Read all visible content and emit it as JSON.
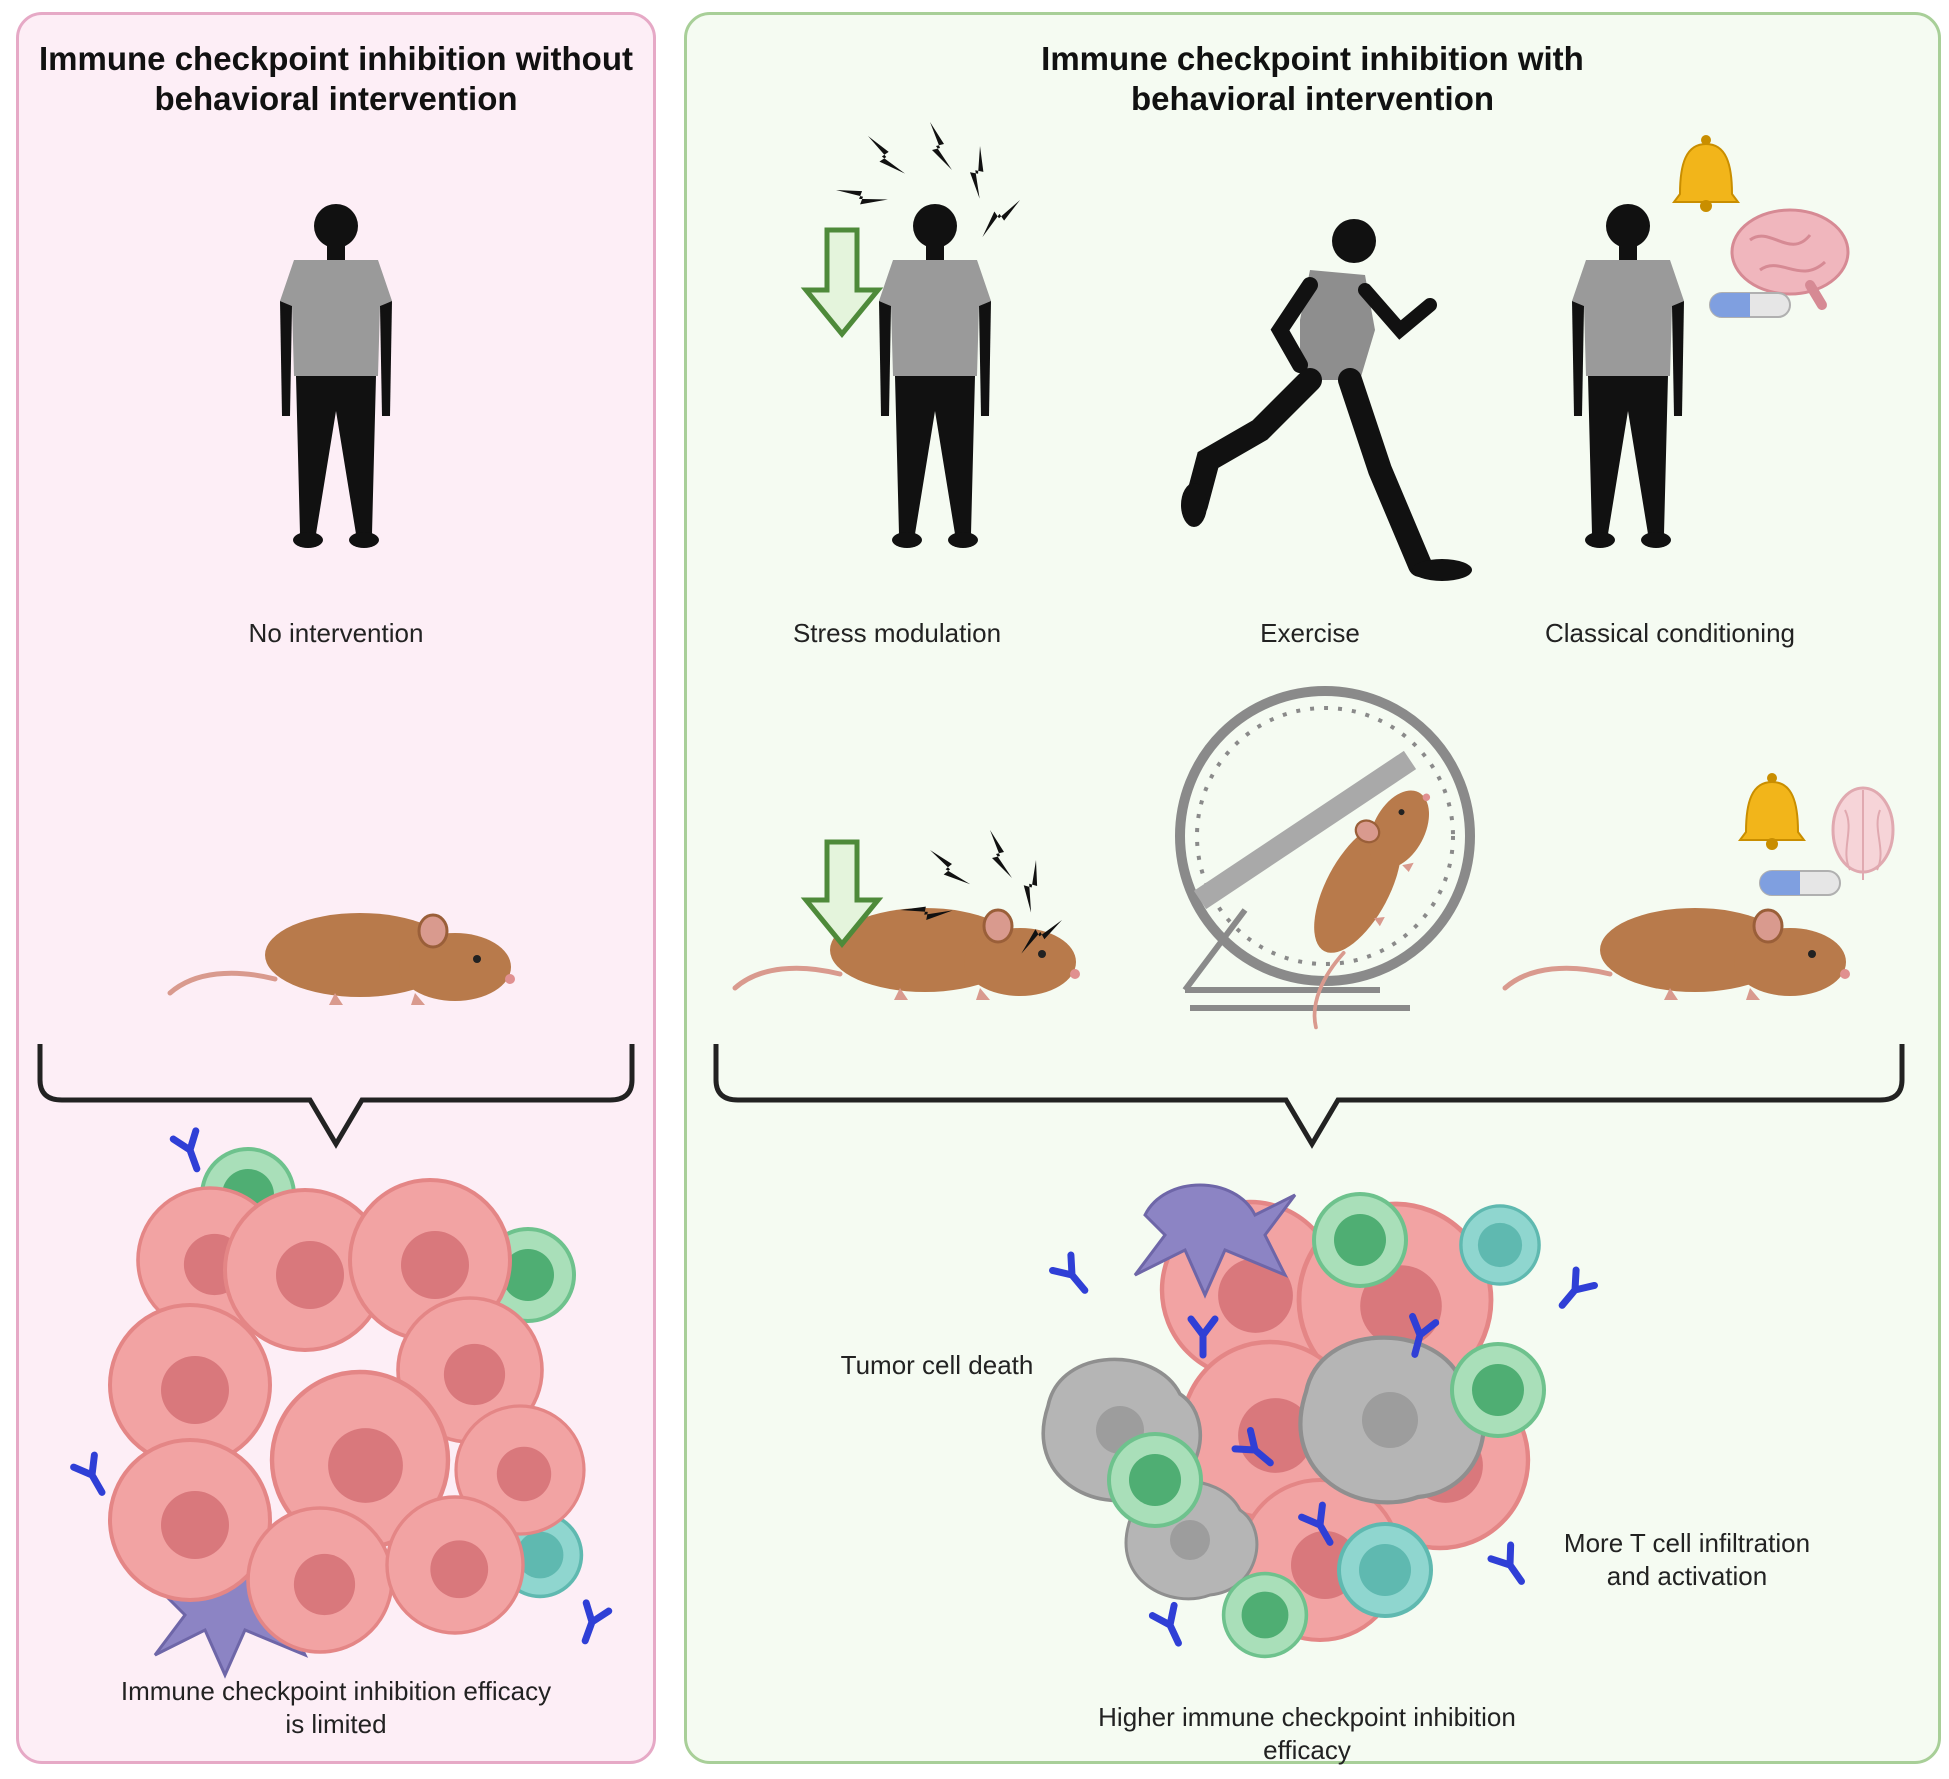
{
  "left_panel": {
    "title_line1": "Immune checkpoint inhibition without",
    "title_line2": "behavioral intervention",
    "no_intervention_label": "No intervention",
    "efficacy_line1": "Immune checkpoint inhibition efficacy",
    "efficacy_line2": "is limited"
  },
  "right_panel": {
    "title_line1": "Immune checkpoint inhibition with",
    "title_line2": "behavioral intervention",
    "stress_label": "Stress modulation",
    "exercise_label": "Exercise",
    "conditioning_label": "Classical conditioning",
    "tumor_death_label": "Tumor cell death",
    "tcell_line1": "More T cell infiltration",
    "tcell_line2": "and activation",
    "efficacy_line1": "Higher immune checkpoint inhibition",
    "efficacy_line2": "efficacy"
  },
  "colors": {
    "left_bg": "#fdeef6",
    "left_border": "#e6a9c6",
    "right_bg": "#f5fbf2",
    "right_border": "#a8cf98",
    "tumor_cell": "#f2a3a3",
    "t_cell": "#8fd3a6",
    "antibody": "#2f3fd6",
    "mouse": "#b87a4b"
  },
  "icons": [
    "human-silhouette-icon",
    "running-human-icon",
    "mouse-icon",
    "lightning-bolt-icon",
    "down-arrow-icon",
    "bell-icon",
    "brain-icon",
    "pill-icon",
    "hamster-wheel-icon",
    "antibody-icon"
  ]
}
